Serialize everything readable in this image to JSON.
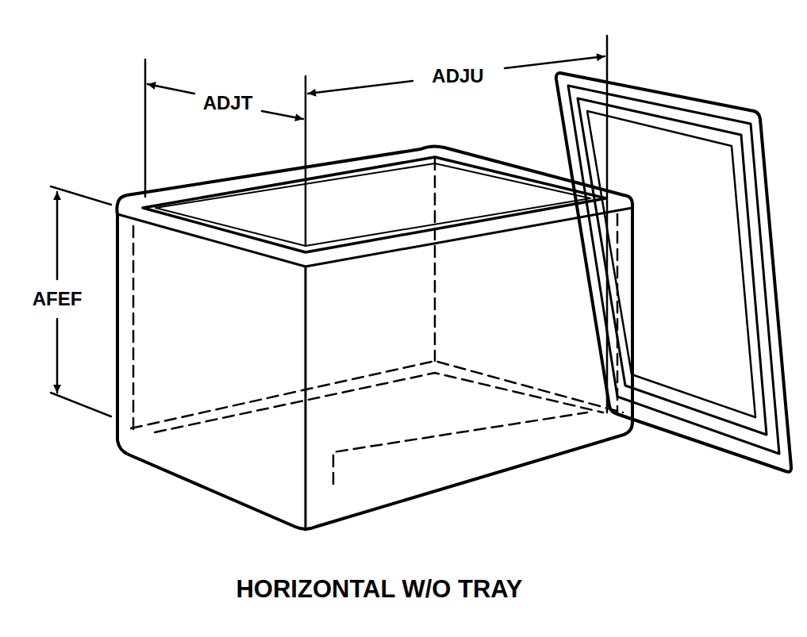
{
  "diagram": {
    "caption": "HORIZONTAL W/O TRAY",
    "labels": [
      "ADJT",
      "ADJU",
      "AFEF"
    ]
  }
}
